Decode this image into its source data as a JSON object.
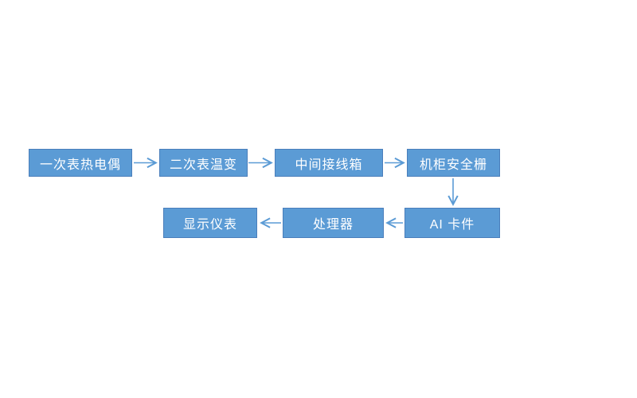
{
  "diagram": {
    "type": "flowchart",
    "nodes": [
      {
        "id": "primary-thermocouple",
        "label": "一次表热电偶"
      },
      {
        "id": "secondary-temp-transmitter",
        "label": "二次表温变"
      },
      {
        "id": "intermediate-junction-box",
        "label": "中间接线箱"
      },
      {
        "id": "cabinet-safety-barrier",
        "label": "机柜安全栅"
      },
      {
        "id": "ai-card",
        "label": "AI 卡件"
      },
      {
        "id": "processor",
        "label": "处理器"
      },
      {
        "id": "display-instrument",
        "label": "显示仪表"
      }
    ],
    "connections": [
      {
        "from": "一次表热电偶",
        "to": "二次表温变",
        "direction": "right"
      },
      {
        "from": "二次表温变",
        "to": "中间接线箱",
        "direction": "right"
      },
      {
        "from": "中间接线箱",
        "to": "机柜安全栅",
        "direction": "right"
      },
      {
        "from": "机柜安全栅",
        "to": "AI 卡件",
        "direction": "down"
      },
      {
        "from": "AI 卡件",
        "to": "处理器",
        "direction": "left"
      },
      {
        "from": "处理器",
        "to": "显示仪表",
        "direction": "left"
      }
    ],
    "colors": {
      "node_fill": "#5b9bd5",
      "node_border": "#4a7ebb",
      "arrow": "#5b9bd5",
      "node_text": "#ffffff",
      "background": "#ffffff"
    }
  }
}
